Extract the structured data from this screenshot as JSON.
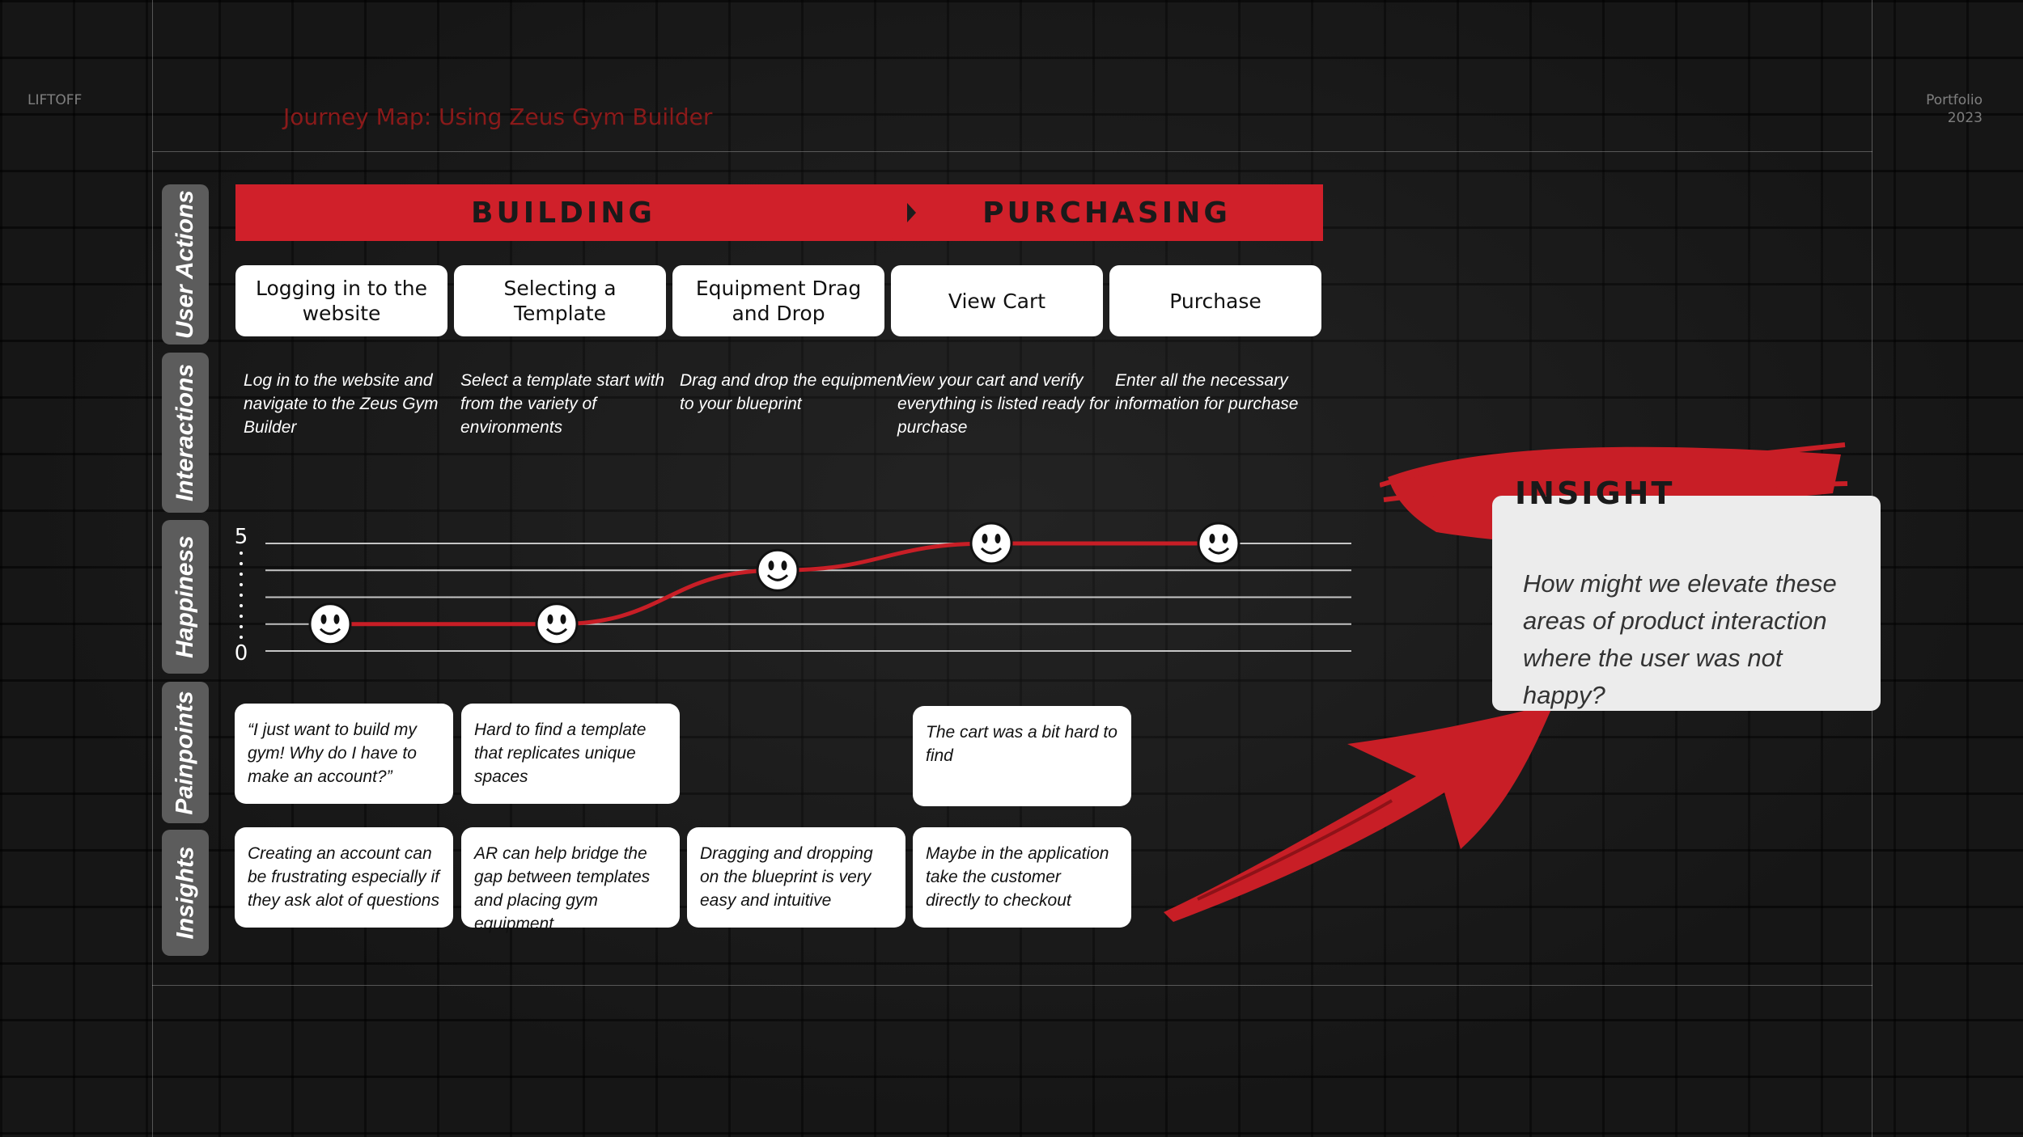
{
  "header": {
    "brand": "LIFTOFF",
    "title": "Journey Map: Using Zeus Gym Builder",
    "portfolio_label": "Portfolio",
    "year": "2023"
  },
  "row_labels": {
    "user_actions": "User Actions",
    "interactions": "Interactions",
    "happiness": "Happiness",
    "painpoints": "Painpoints",
    "insights": "Insights"
  },
  "phases": {
    "building": "BUILDING",
    "purchasing": "PURCHASING"
  },
  "steps": [
    {
      "action": "Logging in to the website",
      "interaction": "Log in to the website and navigate to the Zeus Gym Builder",
      "happiness": 1
    },
    {
      "action": "Selecting a Template",
      "interaction": "Select a template start with from the variety of environments",
      "happiness": 1
    },
    {
      "action": "Equipment Drag and Drop",
      "interaction": "Drag and drop the equipment to your blueprint",
      "happiness": 3
    },
    {
      "action": "View Cart",
      "interaction": "View your cart and verify everything is listed ready for purchase",
      "happiness": 4
    },
    {
      "action": "Purchase",
      "interaction": "Enter all the necessary information for purchase",
      "happiness": 4
    }
  ],
  "happiness_axis": {
    "max_label": "5",
    "min_label": "0"
  },
  "painpoints": [
    "“I just want to build my gym! Why do I have to make an account?”",
    "Hard to find a template that replicates unique spaces",
    "The cart was a bit hard to find"
  ],
  "insights": [
    "Creating an account can be frustrating especially if they ask alot of questions",
    "AR can help bridge the gap between templates and placing gym equipment",
    "Dragging and dropping on the blueprint is very easy and intuitive",
    "Maybe in the application take the customer directly to checkout"
  ],
  "insight_panel": {
    "title": "INSIGHT",
    "question": "How might we elevate these areas of product interaction where the user was not happy?"
  },
  "colors": {
    "accent_red": "#d0202a",
    "tab_gray": "#5c5c5c",
    "card_white": "#ffffff"
  },
  "icons": [
    "smiley-face-icon",
    "brush-arrow-icon",
    "brush-stroke-icon"
  ]
}
